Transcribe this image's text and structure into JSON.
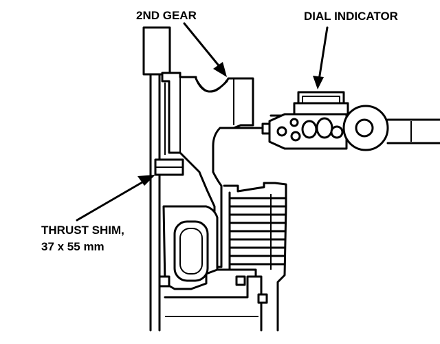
{
  "labels": {
    "second_gear": "2ND GEAR",
    "dial_indicator": "DIAL INDICATOR",
    "thrust_shim_line1": "THRUST SHIM,",
    "thrust_shim_line2": "37 x 55 mm"
  }
}
